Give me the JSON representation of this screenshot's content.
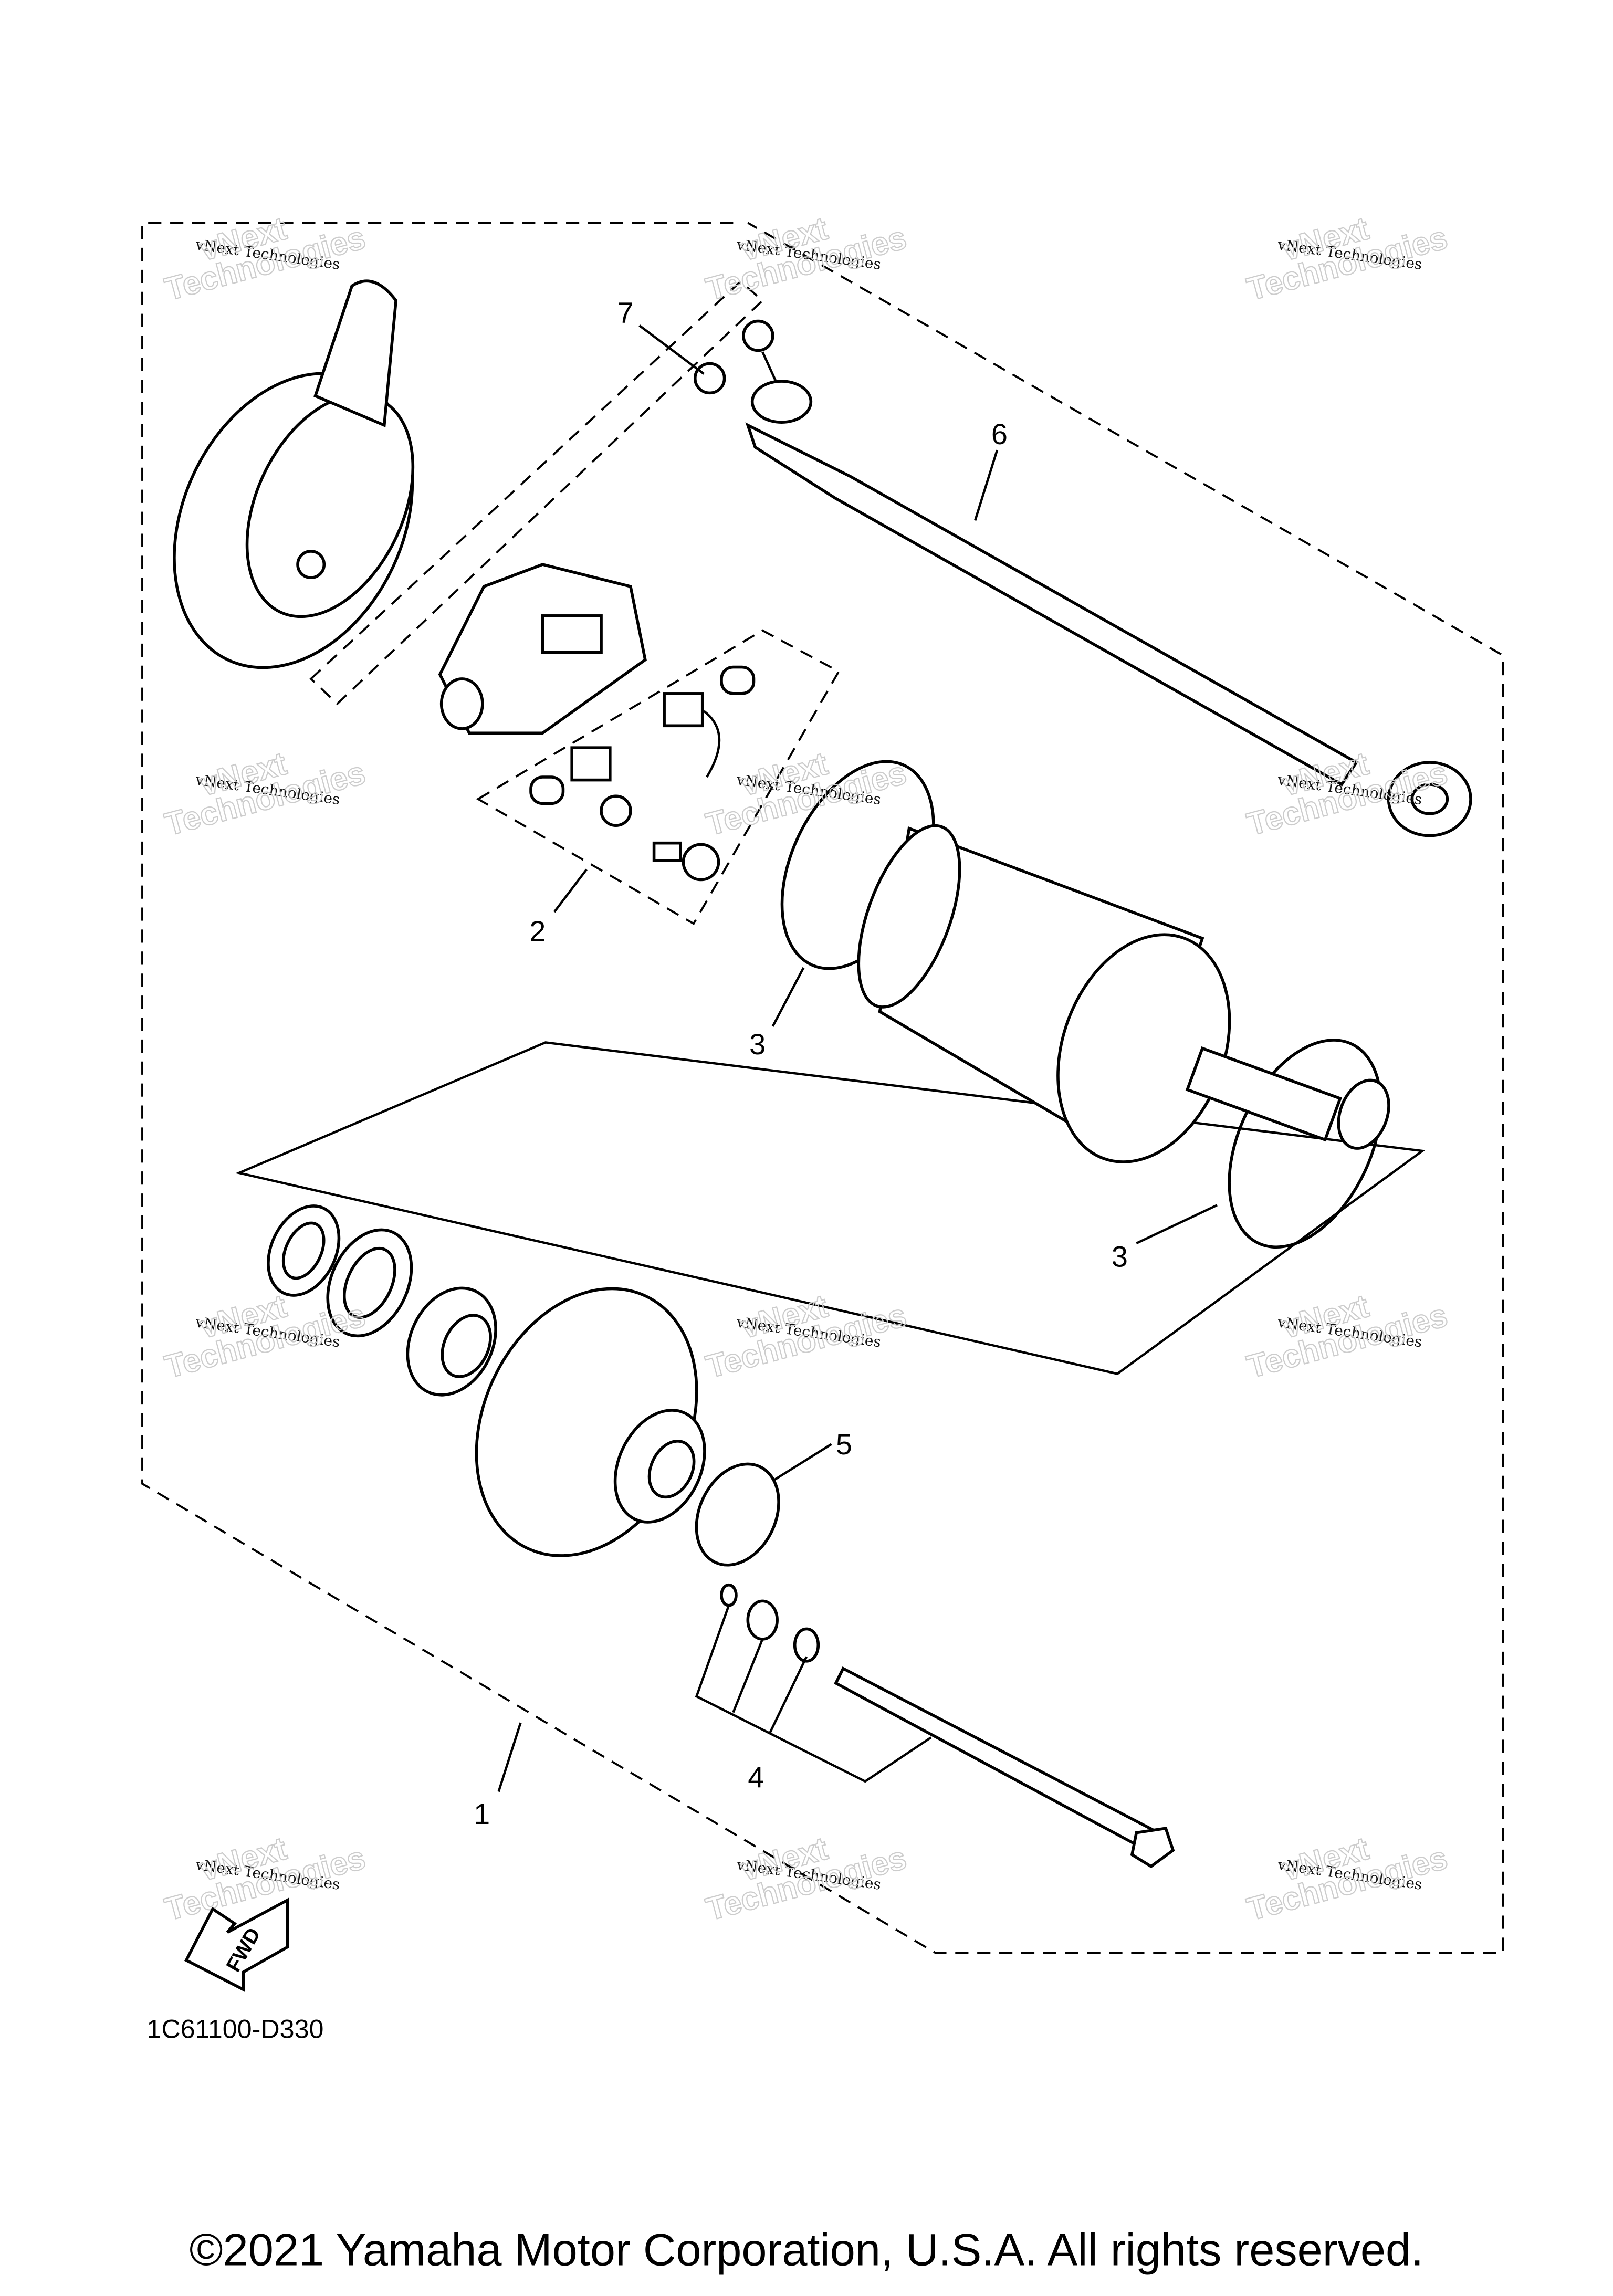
{
  "diagram": {
    "callouts": [
      "1",
      "2",
      "3",
      "3",
      "4",
      "5",
      "6",
      "7"
    ],
    "direction_badge": "FWD",
    "diagram_code": "1C61100-D330",
    "watermark_small": "vNext Technologies",
    "watermark_large_line1": "vNext",
    "watermark_large_line2": "Technologies",
    "copyright": "©2021 Yamaha Motor Corporation, U.S.A. All rights reserved."
  }
}
